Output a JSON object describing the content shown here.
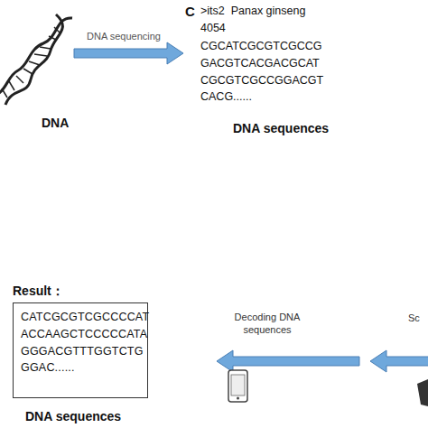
{
  "diagram": {
    "nodes": [
      {
        "text": [
          "Result：",
          "CATCGCGTCGCCCCAT ACCAAGCTCCCCCATA GGGACGTTTGGTCTG GGAC......"
        ]
      }
    ],
    "labels": [
      "DNA",
      "DNA sequencing",
      "C",
      ">its2  Panax ginseng",
      "4054",
      "CGCATCGCGTCGCCG GACGTCACGACGCAT CGCGTCGCCGGACGT CACG......",
      "DNA sequences",
      "DNA sequences",
      "Decoding DNA sequences",
      "Sc"
    ]
  }
}
